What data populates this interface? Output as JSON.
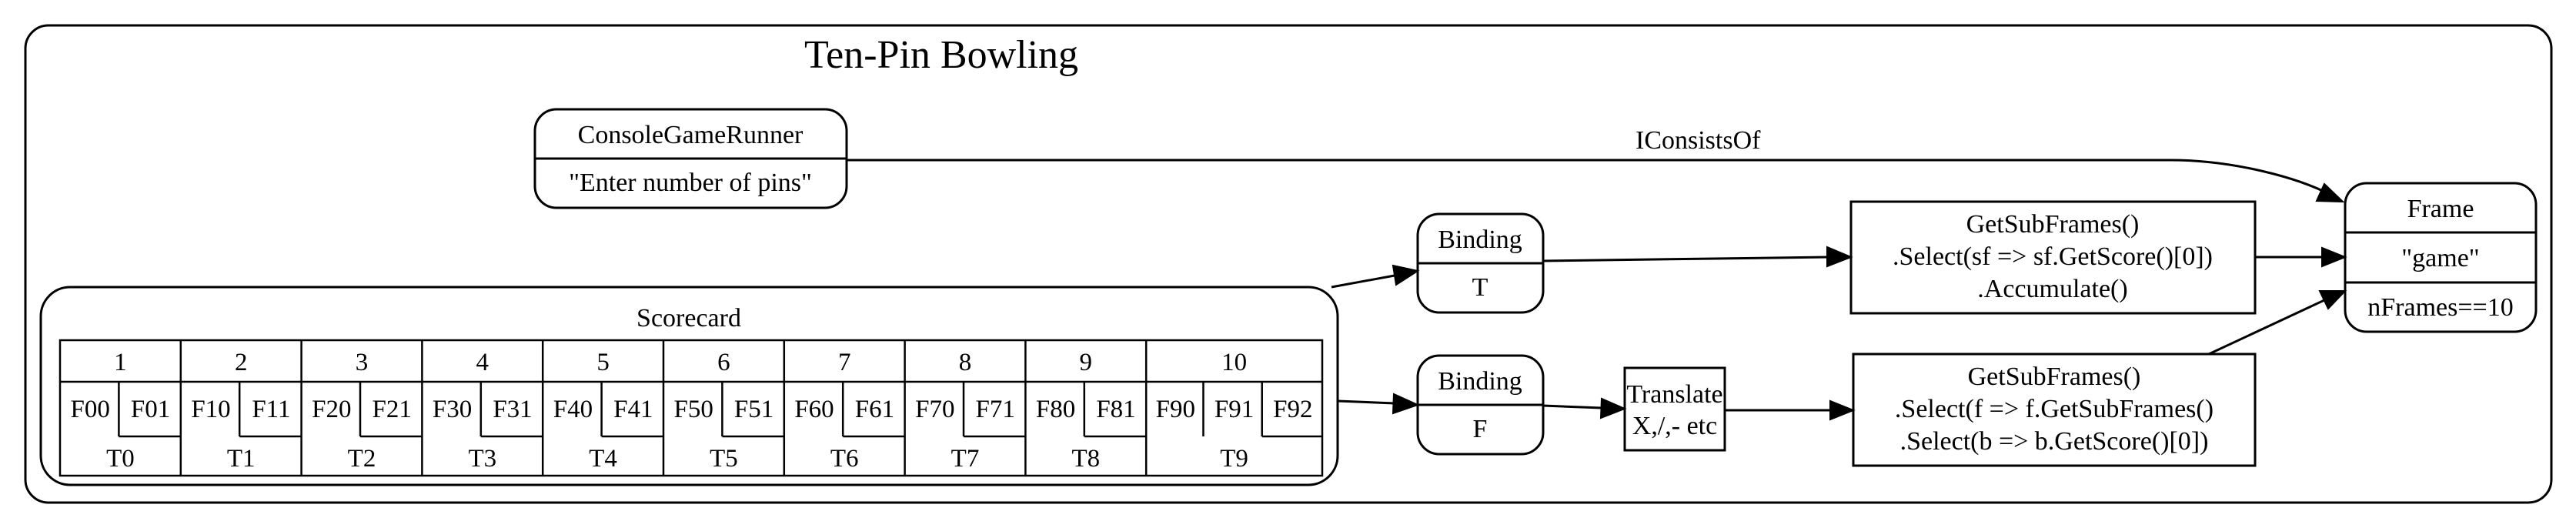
{
  "title": "Ten-Pin Bowling",
  "console_runner": {
    "name": "ConsoleGameRunner",
    "prompt": "\"Enter number of pins\""
  },
  "edge_label": "IConsistsOf",
  "scorecard": {
    "label": "Scorecard",
    "frames": [
      {
        "number": "1",
        "balls": [
          "F00",
          "F01"
        ],
        "total": "T0"
      },
      {
        "number": "2",
        "balls": [
          "F10",
          "F11"
        ],
        "total": "T1"
      },
      {
        "number": "3",
        "balls": [
          "F20",
          "F21"
        ],
        "total": "T2"
      },
      {
        "number": "4",
        "balls": [
          "F30",
          "F31"
        ],
        "total": "T3"
      },
      {
        "number": "5",
        "balls": [
          "F40",
          "F41"
        ],
        "total": "T4"
      },
      {
        "number": "6",
        "balls": [
          "F50",
          "F51"
        ],
        "total": "T5"
      },
      {
        "number": "7",
        "balls": [
          "F60",
          "F61"
        ],
        "total": "T6"
      },
      {
        "number": "8",
        "balls": [
          "F70",
          "F71"
        ],
        "total": "T7"
      },
      {
        "number": "9",
        "balls": [
          "F80",
          "F81"
        ],
        "total": "T8"
      },
      {
        "number": "10",
        "balls": [
          "F90",
          "F91",
          "F92"
        ],
        "total": "T9"
      }
    ]
  },
  "binding_t": {
    "name": "Binding",
    "value": "T"
  },
  "binding_f": {
    "name": "Binding",
    "value": "F"
  },
  "translate": {
    "line1": "Translate",
    "line2": "X,/,- etc"
  },
  "query_top": {
    "line1": "GetSubFrames()",
    "line2": ".Select(sf => sf.GetScore()[0])",
    "line3": ".Accumulate()"
  },
  "query_bottom": {
    "line1": "GetSubFrames()",
    "line2": ".Select(f => f.GetSubFrames()",
    "line3": ".Select(b => b.GetScore()[0])"
  },
  "frame": {
    "name": "Frame",
    "value": "\"game\"",
    "constraint": "nFrames==10"
  }
}
